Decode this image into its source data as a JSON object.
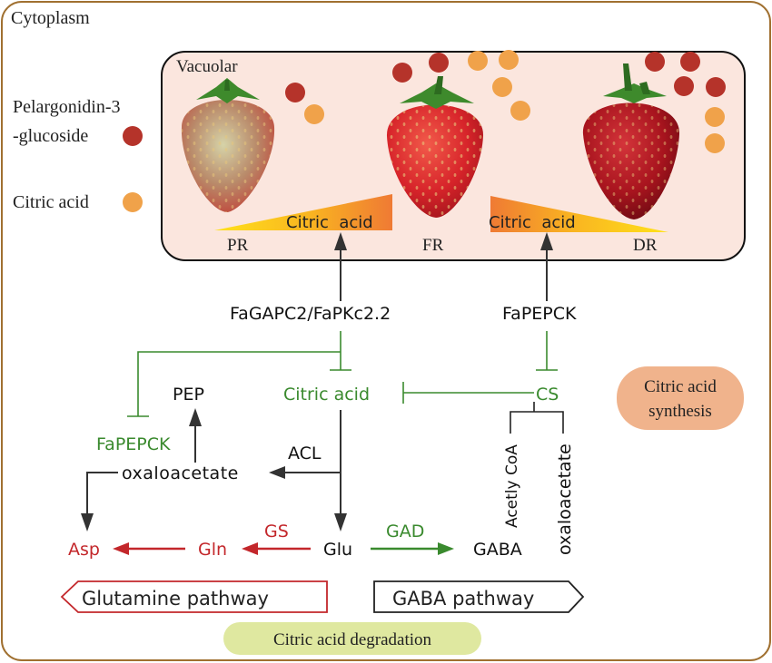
{
  "labels": {
    "cytoplasm": "Cytoplasm",
    "vacuolar": "Vacuolar",
    "legend_pelargonidin_line1": "Pelargonidin-3",
    "legend_pelargonidin_line2": "-glucoside",
    "legend_citric": "Citric acid",
    "stage_pr": "PR",
    "stage_fr": "FR",
    "stage_dr": "DR",
    "gradient_rise": "Citric  acid",
    "gradient_fall": "Citric  acid",
    "fagapc2": "FaGAPC2/FaPKc2.2",
    "fapepck_top": "FaPEPCK",
    "pep": "PEP",
    "citric_center": "Citric acid",
    "cs": "CS",
    "fapepck_left": "FaPEPCK",
    "acl": "ACL",
    "oxaloacetate_left": "oxaloacetate",
    "acetyl_coa": "Acetly CoA",
    "oxaloacetate_right": "oxaloacetate",
    "gs": "GS",
    "gad": "GAD",
    "asp": "Asp",
    "gln": "Gln",
    "glu": "Glu",
    "gaba": "GABA",
    "glutamine_pathway": "Glutamine pathway",
    "gaba_pathway": "GABA pathway",
    "synthesis_line1": "Citric acid",
    "synthesis_line2": "synthesis",
    "degradation": "Citric acid degradation"
  },
  "colors": {
    "pelargonidin_dot": "#b5332a",
    "citric_dot": "#f0a24a",
    "vacuole_fill": "#fbe6de",
    "green": "#3a8a2e",
    "red": "#c3272b",
    "synthesis_badge": "#f0b38c",
    "degradation_badge": "#dfe8a0",
    "border": "#a07030"
  },
  "icons": {
    "fruit": "strawberry-icon",
    "dot_red": "pelargonidin-dot",
    "dot_orange": "citric-acid-dot"
  }
}
